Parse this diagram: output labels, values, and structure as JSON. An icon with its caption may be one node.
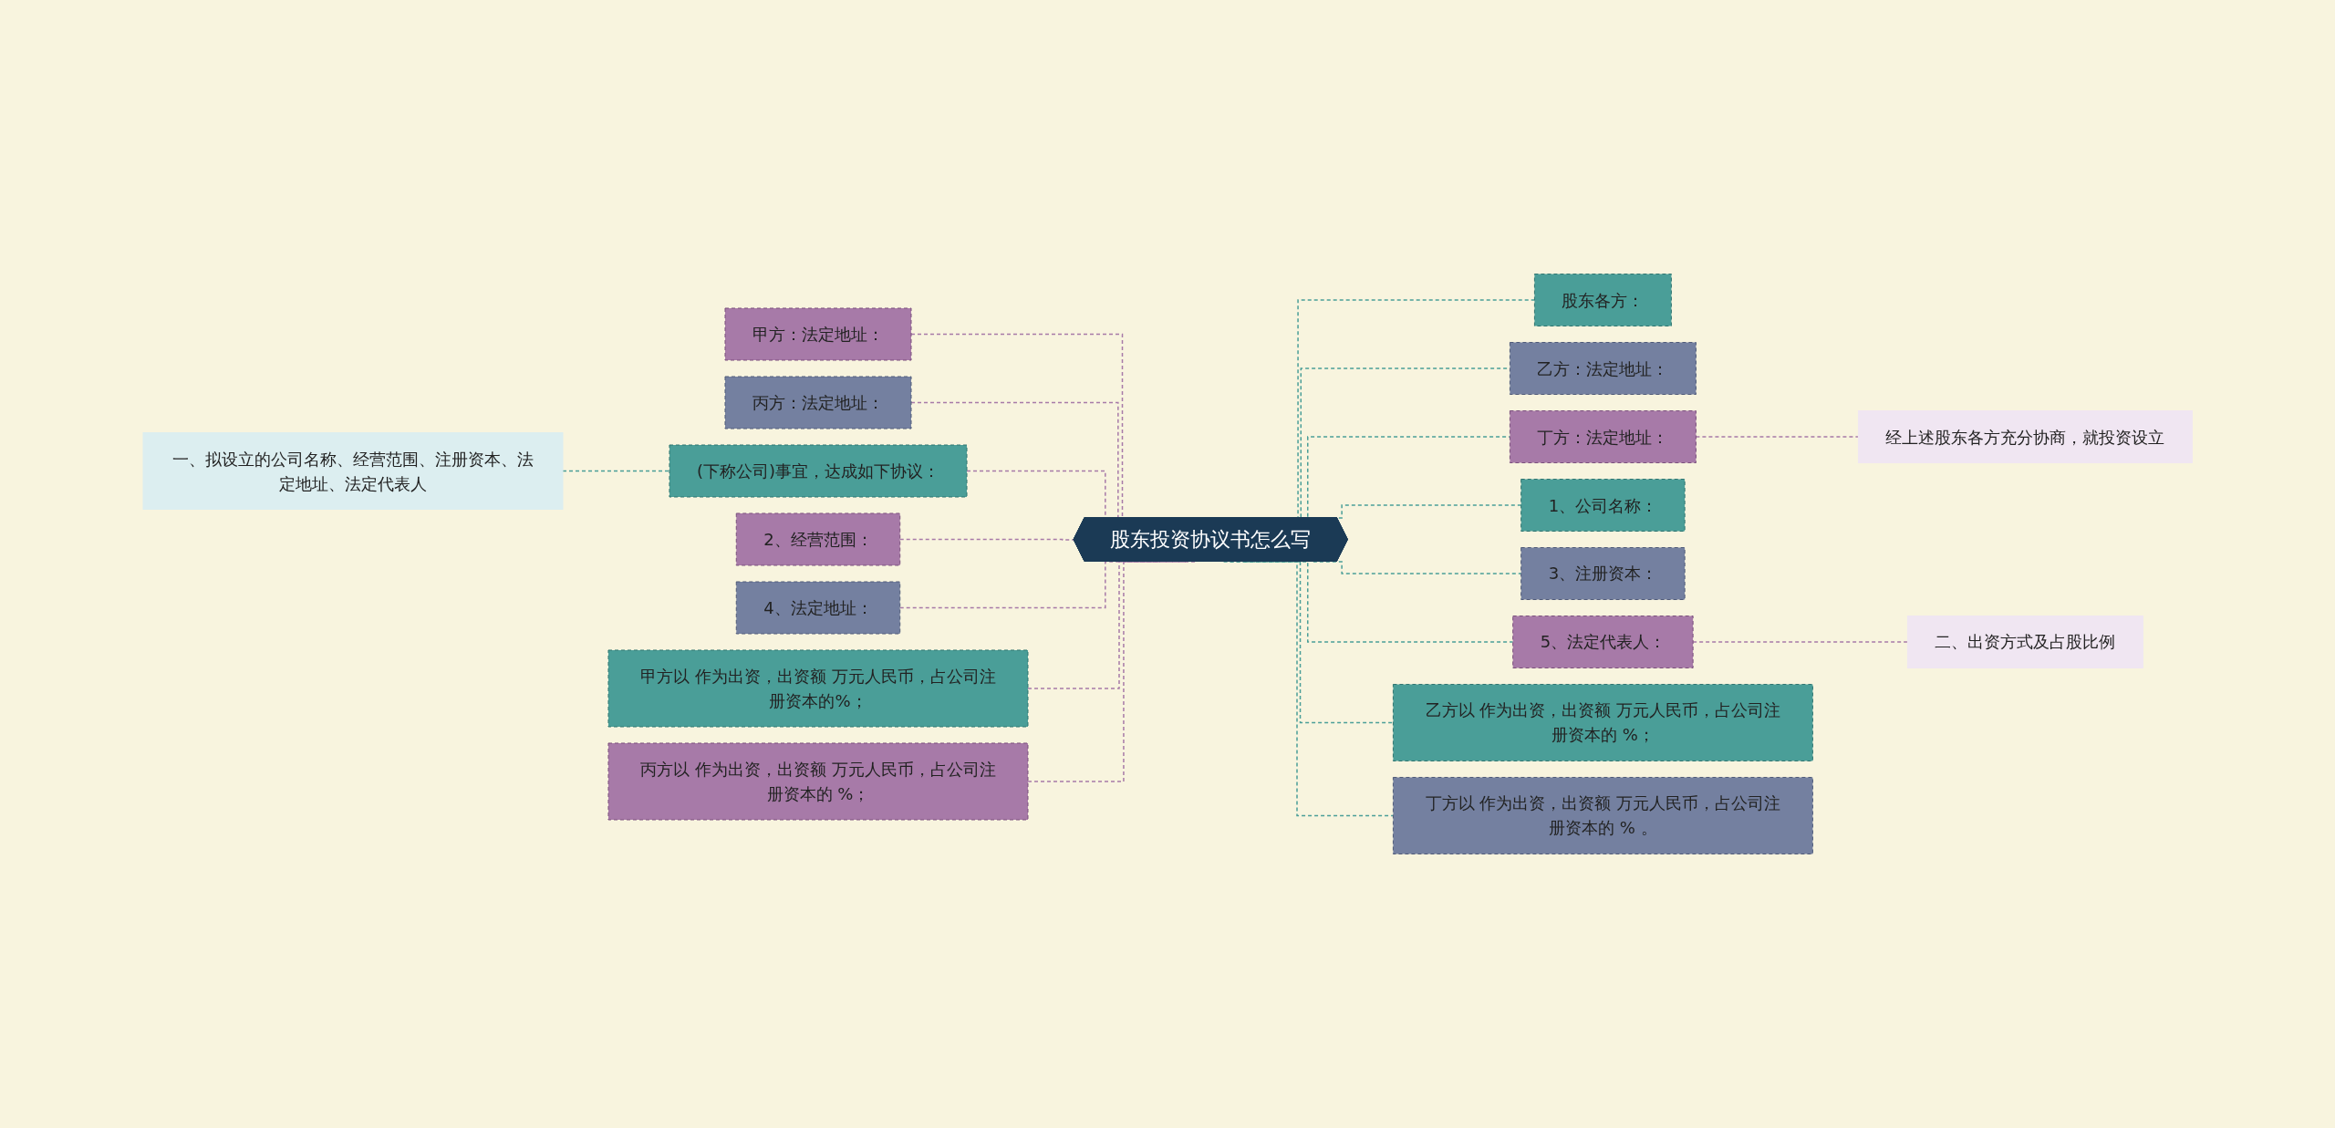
{
  "diagram": {
    "nodes": [
      {
        "text": [
          "股东投资协议书怎么写"
        ]
      },
      {
        "text": [
          "甲方：法定地址："
        ]
      },
      {
        "text": [
          "丙方：法定地址："
        ]
      },
      {
        "text": [
          "(下称公司)事宜，达成如下协议："
        ]
      },
      {
        "text": [
          "一、拟设立的公司名称、经营范围、注册资本、法定地址、法定代表人"
        ]
      },
      {
        "text": [
          "2、经营范围："
        ]
      },
      {
        "text": [
          "4、法定地址："
        ]
      },
      {
        "text": [
          "甲方以 作为出资，出资额 万元人民币，占公司注册资本的%；"
        ]
      },
      {
        "text": [
          "丙方以 作为出资，出资额 万元人民币，占公司注册资本的 %；"
        ]
      },
      {
        "text": [
          "股东各方："
        ]
      },
      {
        "text": [
          "乙方：法定地址："
        ]
      },
      {
        "text": [
          "丁方：法定地址："
        ]
      },
      {
        "text": [
          "经上述股东各方充分协商，就投资设立"
        ]
      },
      {
        "text": [
          "1、公司名称："
        ]
      },
      {
        "text": [
          "3、注册资本："
        ]
      },
      {
        "text": [
          "5、法定代表人："
        ]
      },
      {
        "text": [
          "二、出资方式及占股比例"
        ]
      },
      {
        "text": [
          "乙方以 作为出资，出资额 万元人民币，占公司注册资本的 %；"
        ]
      },
      {
        "text": [
          "丁方以 作为出资，出资额 万元人民币，占公司注册资本的 % 。"
        ]
      }
    ],
    "edges": [
      {
        "from": 1,
        "to": 0,
        "arrow": "none",
        "style": "dashed",
        "color": "#a77aa8"
      },
      {
        "from": 2,
        "to": 0,
        "arrow": "none",
        "style": "dashed",
        "color": "#a77aa8"
      },
      {
        "from": 3,
        "to": 0,
        "arrow": "none",
        "style": "dashed",
        "color": "#a77aa8"
      },
      {
        "from": 4,
        "to": 3,
        "arrow": "none",
        "style": "dashed",
        "color": "#4a9e98"
      },
      {
        "from": 5,
        "to": 0,
        "arrow": "none",
        "style": "dashed",
        "color": "#a77aa8"
      },
      {
        "from": 6,
        "to": 0,
        "arrow": "none",
        "style": "dashed",
        "color": "#a77aa8"
      },
      {
        "from": 7,
        "to": 0,
        "arrow": "none",
        "style": "dashed",
        "color": "#a77aa8"
      },
      {
        "from": 8,
        "to": 0,
        "arrow": "none",
        "style": "dashed",
        "color": "#a77aa8"
      },
      {
        "from": 0,
        "to": 9,
        "arrow": "none",
        "style": "dashed",
        "color": "#4a9e98"
      },
      {
        "from": 0,
        "to": 10,
        "arrow": "none",
        "style": "dashed",
        "color": "#4a9e98"
      },
      {
        "from": 0,
        "to": 11,
        "arrow": "none",
        "style": "dashed",
        "color": "#4a9e98"
      },
      {
        "from": 11,
        "to": 12,
        "arrow": "none",
        "style": "dashed",
        "color": "#a77aa8"
      },
      {
        "from": 0,
        "to": 13,
        "arrow": "none",
        "style": "dashed",
        "color": "#4a9e98"
      },
      {
        "from": 0,
        "to": 14,
        "arrow": "none",
        "style": "dashed",
        "color": "#4a9e98"
      },
      {
        "from": 0,
        "to": 15,
        "arrow": "none",
        "style": "dashed",
        "color": "#4a9e98"
      },
      {
        "from": 15,
        "to": 16,
        "arrow": "none",
        "style": "dashed",
        "color": "#a77aa8"
      },
      {
        "from": 0,
        "to": 17,
        "arrow": "none",
        "style": "dashed",
        "color": "#4a9e98"
      },
      {
        "from": 0,
        "to": 18,
        "arrow": "none",
        "style": "dashed",
        "color": "#4a9e98"
      }
    ]
  }
}
